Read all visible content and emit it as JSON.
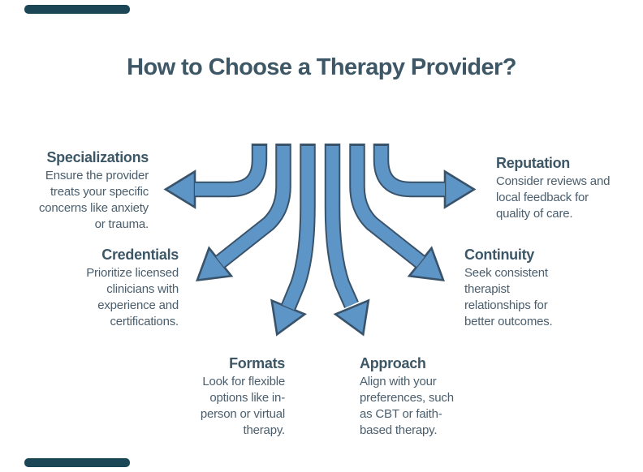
{
  "page": {
    "title": "How to Choose a Therapy Provider?"
  },
  "colors": {
    "background": "#ffffff",
    "accent_bar": "#1b4656",
    "heading_text": "#3d5766",
    "body_text": "#4a5e6d",
    "arrow_fill": "#5e95c7",
    "arrow_outline": "#39536b"
  },
  "sections": {
    "specializations": {
      "title": "Specializations",
      "description": "Ensure the provider\ntreats your specific\nconcerns like anxiety\nor trauma."
    },
    "reputation": {
      "title": "Reputation",
      "description": "Consider reviews and\nlocal feedback for\nquality of care."
    },
    "credentials": {
      "title": "Credentials",
      "description": "Prioritize licensed\nclinicians with\nexperience and\ncertifications."
    },
    "continuity": {
      "title": "Continuity",
      "description": "Seek consistent\ntherapist\nrelationships for\nbetter outcomes."
    },
    "formats": {
      "title": "Formats",
      "description": "Look for flexible\noptions like in-\nperson or virtual\ntherapy."
    },
    "approach": {
      "title": "Approach",
      "description": "Align with your\npreferences, such\nas CBT or faith-\nbased therapy."
    }
  }
}
